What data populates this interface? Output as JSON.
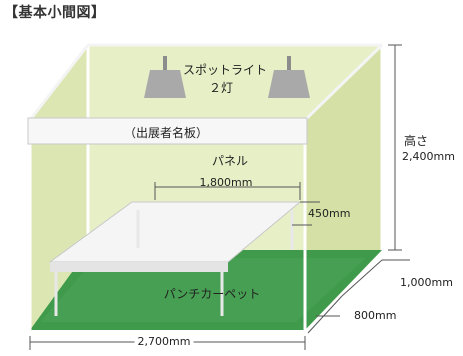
{
  "title": "【基本小間図】",
  "labels": {
    "spotlight_line1": "スポットライト",
    "spotlight_line2": "２灯",
    "nameplate": "（出展者名板）",
    "panel": "パネル",
    "carpet": "パンチカーペット"
  },
  "dimensions": {
    "table_width": "1,800mm",
    "table_depth": "450mm",
    "height_label": "高さ",
    "height_value": "2,400mm",
    "depth_1": "1,000mm",
    "depth_2": "800mm",
    "width": "2,700mm"
  },
  "colors": {
    "wall": "#dfe9b8",
    "wall_dark": "#cfdca0",
    "carpet": "#3f9a4c",
    "frame": "#f2f2f2",
    "lamp": "#a9a9a9"
  }
}
